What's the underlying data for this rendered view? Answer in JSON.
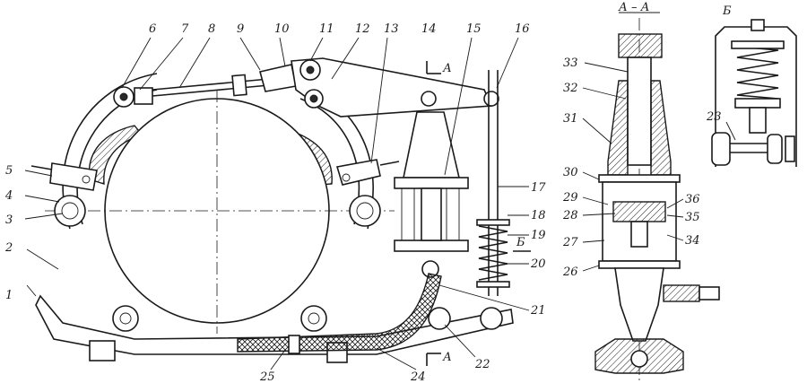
{
  "diagram": {
    "part_numbers": [
      "1",
      "2",
      "3",
      "4",
      "5",
      "6",
      "7",
      "8",
      "9",
      "10",
      "11",
      "12",
      "13",
      "14",
      "15",
      "16",
      "17",
      "18",
      "19",
      "20",
      "21",
      "22",
      "23",
      "24",
      "25",
      "26",
      "27",
      "28",
      "29",
      "30",
      "31",
      "32",
      "33",
      "34",
      "35",
      "36"
    ],
    "section_labels": {
      "section_a_marker": "А",
      "section_a_marker_bottom": "А",
      "section_a_title": "А – А",
      "view_b_marker": "Б",
      "view_b_title": "Б"
    }
  }
}
